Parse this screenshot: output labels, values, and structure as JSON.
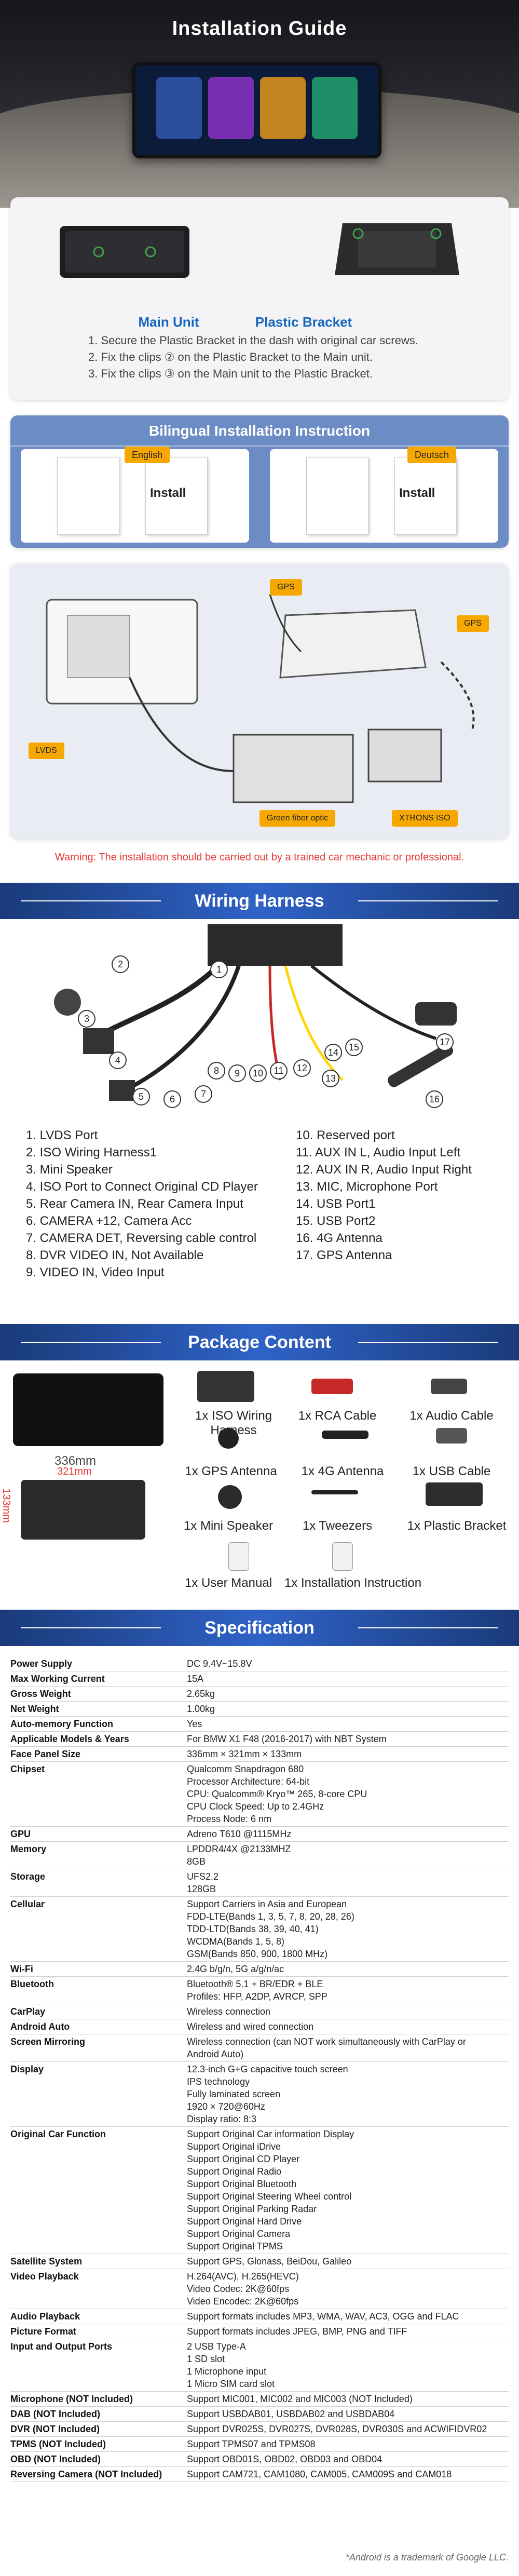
{
  "installation": {
    "title": "Installation Guide",
    "main_unit_label": "Main Unit",
    "plastic_bracket_label": "Plastic Bracket",
    "steps": [
      "1. Secure the Plastic Bracket in the dash with original car screws.",
      "2. Fix the clips ② on the Plastic Bracket to the Main unit.",
      "3. Fix the clips ③ on the Main unit to the Plastic Bracket."
    ],
    "bilingual_title": "Bilingual Installation Instruction",
    "lang_english": "English",
    "lang_deutsch": "Deutsch",
    "doc_word": "Install",
    "labels": {
      "gps1": "GPS",
      "gps2": "GPS",
      "lvds": "LVDS",
      "fiber": "Green fiber optic",
      "iso": "XTRONS ISO"
    },
    "warning": "Warning: The installation should be carried out by a trained car mechanic or professional."
  },
  "wiring": {
    "title": "Wiring Harness",
    "left_items": [
      "1. LVDS Port",
      "2. ISO Wiring Harness1",
      "3. Mini Speaker",
      "4. ISO Port to Connect Original CD Player",
      "5. Rear Camera IN, Rear Camera Input",
      "6. CAMERA +12, Camera Acc",
      "7. CAMERA DET, Reversing cable control",
      "8. DVR VIDEO IN, Not Available",
      "9. VIDEO IN, Video Input"
    ],
    "right_items": [
      "10. Reserved port",
      "11. AUX IN L, Audio Input Left",
      "12. AUX IN R, Audio Input Right",
      "13. MIC, Microphone Port",
      "14. USB Port1",
      "15. USB Port2",
      "16. 4G Antenna",
      "17. GPS Antenna"
    ],
    "numbers": [
      "1",
      "2",
      "3",
      "4",
      "5",
      "6",
      "7",
      "8",
      "9",
      "10",
      "11",
      "12",
      "13",
      "14",
      "15",
      "16",
      "17"
    ]
  },
  "package": {
    "title": "Package Content",
    "dim_width": "336mm",
    "dim_width2": "321mm",
    "dim_height": "133mm",
    "items": [
      "1x ISO Wiring Harness",
      "1x RCA Cable",
      "1x Audio Cable",
      "1x GPS Antenna",
      "1x 4G Antenna",
      "1x USB Cable",
      "1x Mini Speaker",
      "1x Tweezers",
      "1x Plastic Bracket",
      "1x User Manual",
      "1x Installation Instruction"
    ]
  },
  "spec": {
    "title": "Specification",
    "rows": [
      {
        "k": "Power Supply",
        "v": "DC 9.4V~15.8V"
      },
      {
        "k": "Max Working Current",
        "v": "15A"
      },
      {
        "k": "Gross Weight",
        "v": "2.65kg"
      },
      {
        "k": "Net Weight",
        "v": "1.00kg"
      },
      {
        "k": "Auto-memory Function",
        "v": "Yes"
      },
      {
        "k": "Applicable Models & Years",
        "v": "For BMW X1 F48 (2016-2017) with NBT System"
      },
      {
        "k": "Face Panel Size",
        "v": "336mm × 321mm × 133mm"
      },
      {
        "k": "Chipset",
        "v": "Qualcomm Snapdragon 680\nProcessor Architecture: 64-bit\nCPU: Qualcomm® Kryo™ 265, 8-core CPU\nCPU Clock Speed: Up to 2.4GHz\nProcess Node: 6 nm"
      },
      {
        "k": "GPU",
        "v": "Adreno T610 @1115MHz"
      },
      {
        "k": "Memory",
        "v": "LPDDR4/4X @2133MHZ\n8GB"
      },
      {
        "k": "Storage",
        "v": "UFS2.2\n128GB"
      },
      {
        "k": "Cellular",
        "v": "Support Carriers in Asia and European\nFDD-LTE(Bands 1, 3, 5, 7, 8, 20, 28, 26)\nTDD-LTD(Bands 38, 39, 40, 41)\nWCDMA(Bands 1, 5, 8)\nGSM(Bands 850, 900, 1800 MHz)"
      },
      {
        "k": "Wi-Fi",
        "v": "2.4G b/g/n, 5G a/g/n/ac"
      },
      {
        "k": "Bluetooth",
        "v": "Bluetooth® 5.1 + BR/EDR + BLE\nProfiles: HFP, A2DP, AVRCP, SPP"
      },
      {
        "k": "CarPlay",
        "v": "Wireless connection"
      },
      {
        "k": "Android Auto",
        "v": "Wireless and wired connection"
      },
      {
        "k": "Screen Mirroring",
        "v": "Wireless connection (can NOT work simultaneously with CarPlay or\nAndroid Auto)"
      },
      {
        "k": "Display",
        "v": "12.3-inch G+G capacitive touch screen\nIPS technology\nFully laminated screen\n1920 × 720@60Hz\nDisplay ratio: 8:3"
      },
      {
        "k": "Original Car Function",
        "v": "Support Original Car information Display\nSupport Original iDrive\nSupport Original CD Player\nSupport Original Radio\nSupport Original Bluetooth\nSupport Original Steering Wheel control\nSupport Original Parking Radar\nSupport Original Hard Drive\nSupport Original Camera\nSupport Original TPMS"
      },
      {
        "k": "Satellite System",
        "v": "Support GPS, Glonass, BeiDou, Galileo"
      },
      {
        "k": "Video Playback",
        "v": "H.264(AVC), H.265(HEVC)\nVideo Codec: 2K@60fps\nVideo Encodec: 2K@60fps"
      },
      {
        "k": "Audio Playback",
        "v": "Support formats includes MP3, WMA, WAV, AC3, OGG and FLAC"
      },
      {
        "k": "Picture Format",
        "v": "Support formats includes JPEG, BMP, PNG and TIFF"
      },
      {
        "k": "Input and Output Ports",
        "v": "2 USB Type-A\n1 SD slot\n1 Microphone input\n1 Micro SIM card slot"
      },
      {
        "k": "Microphone (NOT Included)",
        "v": "Support MIC001, MIC002 and MIC003 (NOT Included)"
      },
      {
        "k": "DAB (NOT Included)",
        "v": "Support USBDAB01, USBDAB02 and USBDAB04"
      },
      {
        "k": "DVR (NOT Included)",
        "v": "Support DVR025S, DVR027S, DVR028S, DVR030S and ACWIFIDVR02"
      },
      {
        "k": "TPMS (NOT Included)",
        "v": "Support TPMS07 and TPMS08"
      },
      {
        "k": "OBD (NOT Included)",
        "v": "Support OBD01S, OBD02, OBD03 and OBD04"
      },
      {
        "k": "Reversing Camera (NOT Included)",
        "v": "Support CAM721, CAM1080, CAM005, CAM009S and CAM018"
      }
    ],
    "footnote": "*Android is a trademark of Google LLC."
  },
  "colors": {
    "accent_blue": "#2f63c7",
    "warning_red": "#e53935",
    "tag_orange": "#f6a800"
  }
}
